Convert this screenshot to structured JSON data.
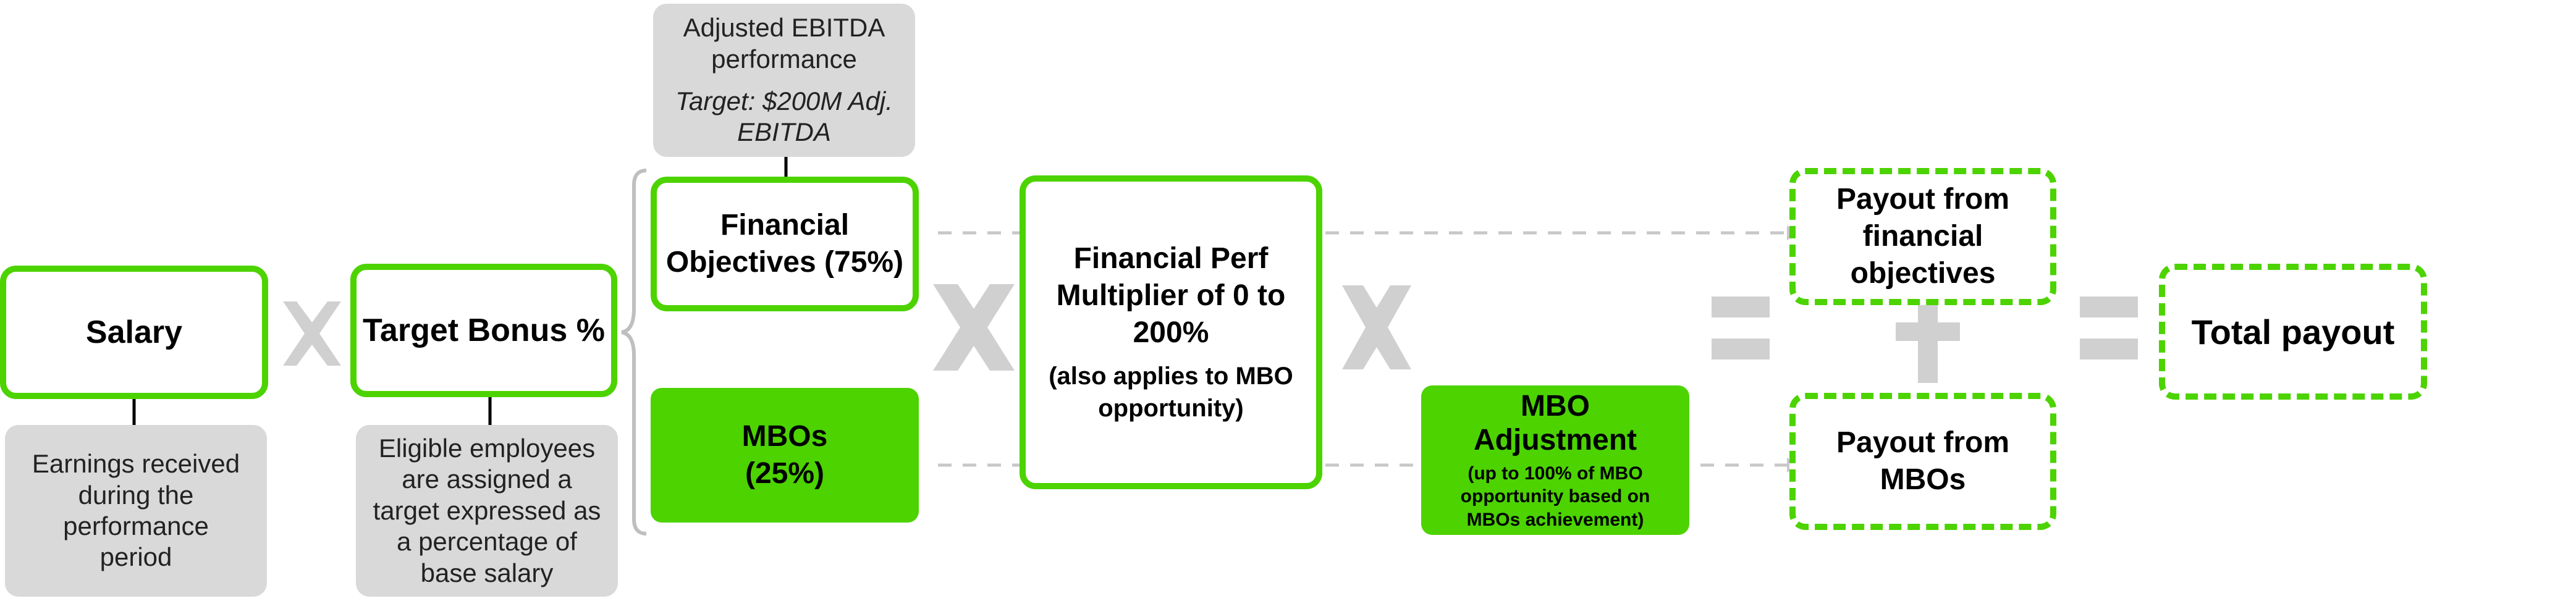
{
  "salary": {
    "title": "Salary",
    "note": "Earnings received during the performance period"
  },
  "target_bonus": {
    "title": "Target Bonus %",
    "note": "Eligible employees are assigned a target expressed as a percentage of base salary"
  },
  "ebitda": {
    "line1": "Adjusted EBITDA performance",
    "line2": "Target: $200M Adj. EBITDA"
  },
  "financial_objectives": {
    "title": "Financial Objectives (75%)"
  },
  "mbos": {
    "title": "MBOs (25%)"
  },
  "multiplier": {
    "title": "Financial Perf Multiplier of 0 to 200%",
    "sub": "(also applies to MBO opportunity)"
  },
  "mbo_adjustment": {
    "title": "MBO Adjustment",
    "sub": "(up to 100% of MBO opportunity based on MBOs achievement)"
  },
  "payout_financial": {
    "title": "Payout from financial objectives"
  },
  "payout_mbos": {
    "title": "Payout from MBOs"
  },
  "total": {
    "title": "Total payout"
  },
  "operators": {
    "times": "×",
    "plus": "+",
    "equals": "="
  },
  "colors": {
    "green": "#4cd300",
    "grey_box": "#d9d9d9",
    "operator": "#d0d0d0",
    "arrow": "#c8c8c8"
  }
}
